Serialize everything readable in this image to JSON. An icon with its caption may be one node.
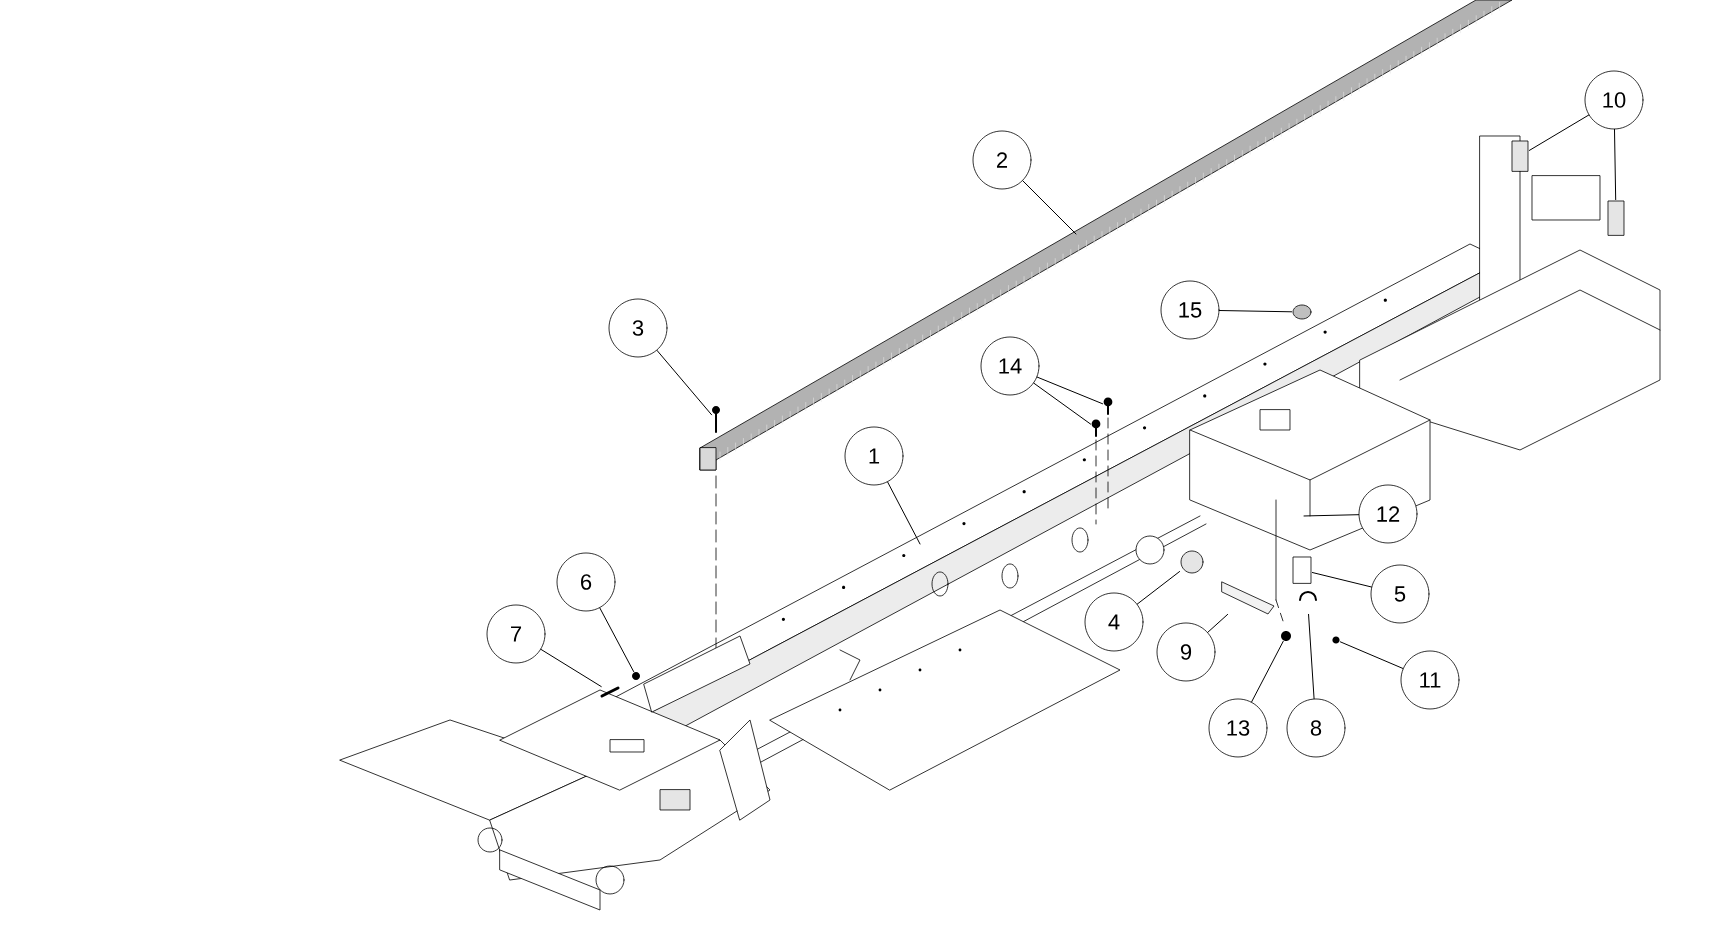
{
  "diagram": {
    "nodes": [
      {
        "text": [
          "1"
        ]
      },
      {
        "text": [
          "2"
        ]
      },
      {
        "text": [
          "3"
        ]
      },
      {
        "text": [
          "4"
        ]
      },
      {
        "text": [
          "5"
        ]
      },
      {
        "text": [
          "6"
        ]
      },
      {
        "text": [
          "7"
        ]
      },
      {
        "text": [
          "8"
        ]
      },
      {
        "text": [
          "9"
        ]
      },
      {
        "text": [
          "10"
        ]
      },
      {
        "text": [
          "11"
        ]
      },
      {
        "text": [
          "12"
        ]
      },
      {
        "text": [
          "13"
        ]
      },
      {
        "text": [
          "14"
        ]
      },
      {
        "text": [
          "15"
        ]
      },
      {
        "text": [],
        "shape": "picture"
      },
      {
        "text": [],
        "shape": "picture"
      },
      {
        "text": [],
        "shape": "picture"
      },
      {
        "text": [],
        "shape": "picture"
      },
      {
        "text": [],
        "shape": "picture"
      },
      {
        "text": [],
        "shape": "circle"
      },
      {
        "text": [],
        "shape": "picture"
      },
      {
        "text": [],
        "shape": "picture"
      },
      {
        "text": [],
        "shape": "circle"
      },
      {
        "text": [],
        "shape": "box"
      },
      {
        "text": [],
        "shape": "picture"
      },
      {
        "text": [],
        "shape": "picture"
      },
      {
        "text": [],
        "shape": "box"
      },
      {
        "text": [],
        "shape": "box"
      }
    ],
    "edges": [
      {
        "from": 0,
        "to": null,
        "arrow": "none"
      },
      {
        "from": 1,
        "to": null,
        "arrow": "none"
      },
      {
        "from": 2,
        "to": 17,
        "arrow": "none"
      },
      {
        "from": 3,
        "to": 20,
        "arrow": "none"
      },
      {
        "from": 4,
        "to": 24,
        "arrow": "none"
      },
      {
        "from": 5,
        "to": 16,
        "arrow": "none"
      },
      {
        "from": 6,
        "to": 15,
        "arrow": "none"
      },
      {
        "from": 7,
        "to": 25,
        "arrow": "none"
      },
      {
        "from": 8,
        "to": 21,
        "arrow": "none"
      },
      {
        "from": 9,
        "to": 27,
        "arrow": "none"
      },
      {
        "from": 9,
        "to": 28,
        "arrow": "none"
      },
      {
        "from": 10,
        "to": 26,
        "arrow": "none"
      },
      {
        "from": 11,
        "to": null,
        "arrow": "none"
      },
      {
        "from": 12,
        "to": 22,
        "arrow": "none"
      },
      {
        "from": 13,
        "to": 19,
        "arrow": "none"
      },
      {
        "from": 13,
        "to": 18,
        "arrow": "none"
      },
      {
        "from": 14,
        "to": 23,
        "arrow": "none"
      }
    ]
  }
}
